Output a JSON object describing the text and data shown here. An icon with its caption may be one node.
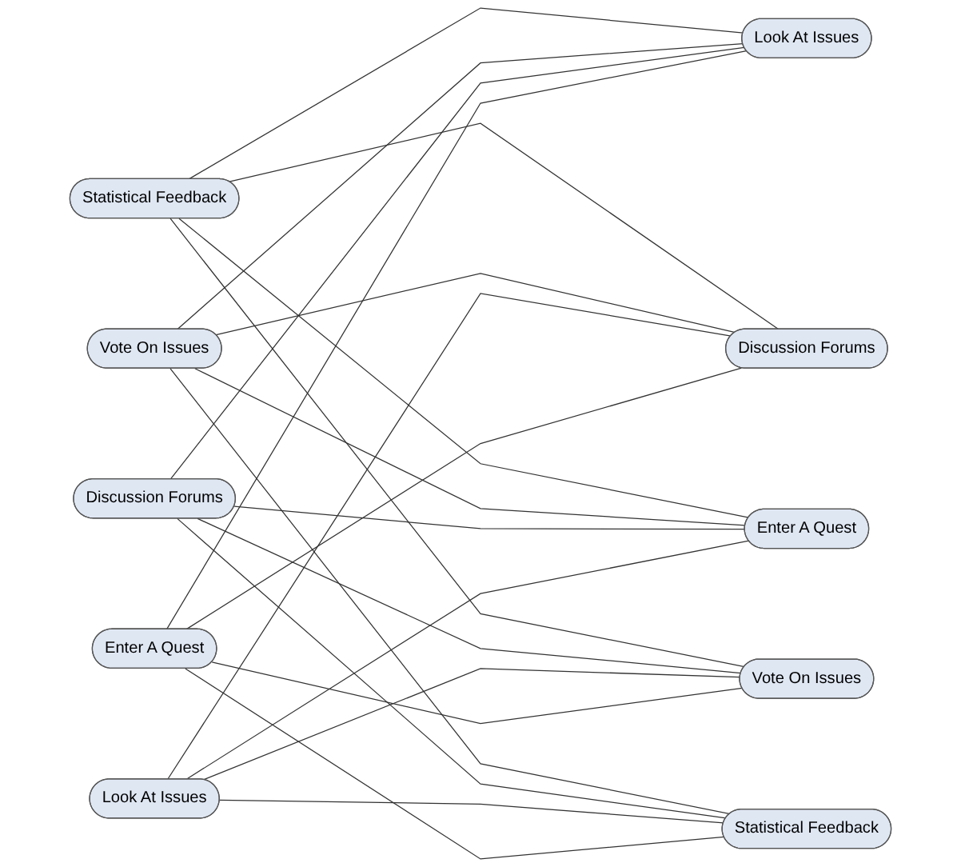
{
  "diagram": {
    "nodes": [
      {
        "text": [
          "Enter A Quest"
        ]
      },
      {
        "text": [
          "Look At Issues"
        ]
      },
      {
        "text": [
          "Discussion Forums"
        ]
      },
      {
        "text": [
          "Vote On Issues"
        ]
      },
      {
        "text": [
          "Statistical Feedback"
        ]
      },
      {
        "text": [
          "Enter A Quest"
        ]
      },
      {
        "text": [
          "Look At Issues"
        ]
      },
      {
        "text": [
          "Discussion Forums"
        ]
      },
      {
        "text": [
          "Vote On Issues"
        ]
      },
      {
        "text": [
          "Statistical Feedback"
        ]
      }
    ],
    "edges": [
      {
        "from": 0,
        "to": 6,
        "arrow": "none"
      },
      {
        "from": 0,
        "to": 7,
        "arrow": "none"
      },
      {
        "from": 0,
        "to": 8,
        "arrow": "none"
      },
      {
        "from": 0,
        "to": 9,
        "arrow": "none"
      },
      {
        "from": 1,
        "to": 5,
        "arrow": "none"
      },
      {
        "from": 1,
        "to": 7,
        "arrow": "none"
      },
      {
        "from": 1,
        "to": 8,
        "arrow": "none"
      },
      {
        "from": 1,
        "to": 9,
        "arrow": "none"
      },
      {
        "from": 2,
        "to": 5,
        "arrow": "none"
      },
      {
        "from": 2,
        "to": 6,
        "arrow": "none"
      },
      {
        "from": 2,
        "to": 8,
        "arrow": "none"
      },
      {
        "from": 2,
        "to": 9,
        "arrow": "none"
      },
      {
        "from": 3,
        "to": 5,
        "arrow": "none"
      },
      {
        "from": 3,
        "to": 6,
        "arrow": "none"
      },
      {
        "from": 3,
        "to": 7,
        "arrow": "none"
      },
      {
        "from": 3,
        "to": 9,
        "arrow": "none"
      },
      {
        "from": 4,
        "to": 5,
        "arrow": "none"
      },
      {
        "from": 4,
        "to": 6,
        "arrow": "none"
      },
      {
        "from": 4,
        "to": 7,
        "arrow": "none"
      },
      {
        "from": 4,
        "to": 8,
        "arrow": "none"
      }
    ]
  }
}
